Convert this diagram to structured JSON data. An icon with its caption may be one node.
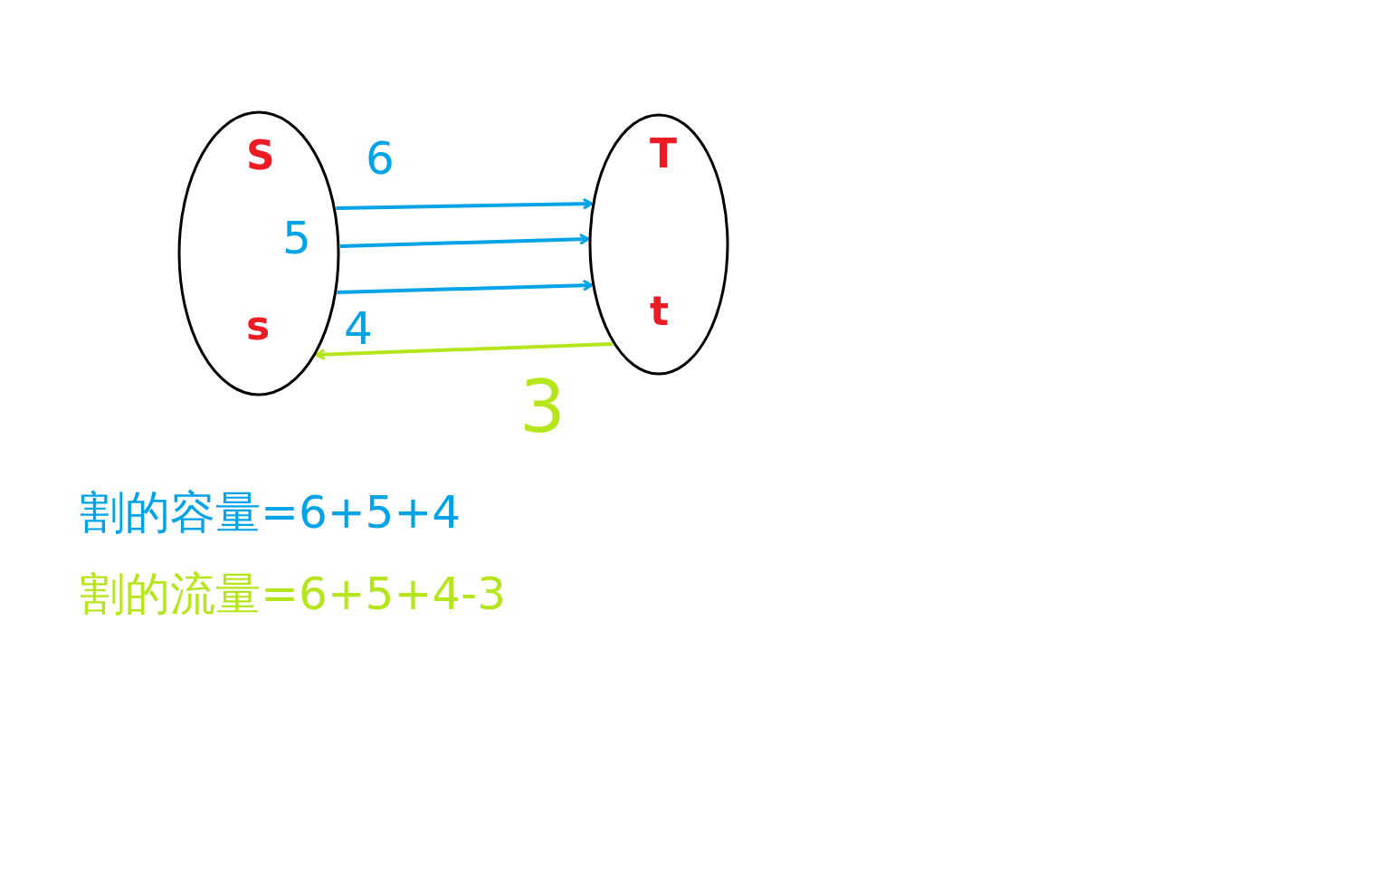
{
  "diagram": {
    "nodes": [
      {
        "text": [
          "S",
          "s"
        ]
      },
      {
        "text": [
          "T",
          "t"
        ]
      }
    ],
    "edges": [
      {
        "from": 0,
        "to": 1,
        "arrow": "to",
        "label": "6"
      },
      {
        "from": 0,
        "to": 1,
        "arrow": "to",
        "label": "5"
      },
      {
        "from": 0,
        "to": 1,
        "arrow": "to",
        "label": "4"
      },
      {
        "from": 1,
        "to": 0,
        "arrow": "to",
        "label": "3",
        "color": "#b5e61d"
      }
    ],
    "labels": [
      "割的容量=6+5+4",
      "割的流量=6+5+4-3"
    ]
  }
}
